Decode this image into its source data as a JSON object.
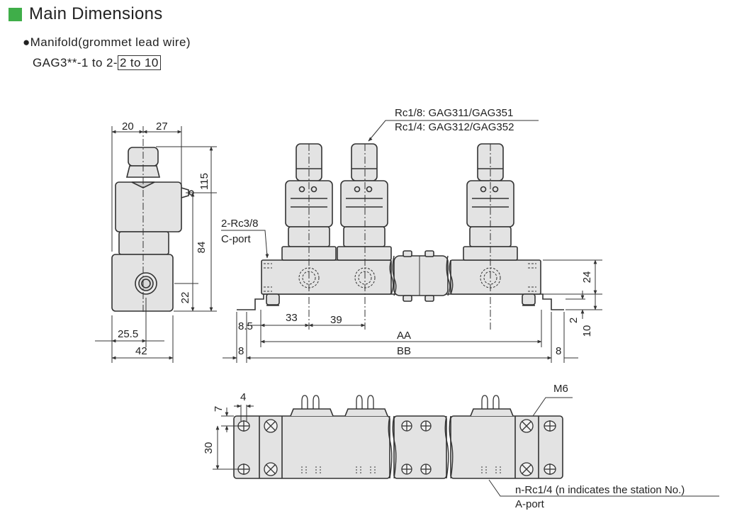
{
  "header": {
    "title": "Main Dimensions",
    "accent_color": "#3fae49"
  },
  "subtitle": {
    "bullet": "●",
    "text": "Manifold(grommet lead wire)"
  },
  "model": {
    "prefix": "GAG3**-1 to 2-",
    "boxed": "2 to 10"
  },
  "side_view": {
    "dim_20": "20",
    "dim_27": "27",
    "dim_115": "115",
    "dim_84": "84",
    "dim_22": "22",
    "dim_25_5": "25.5",
    "dim_42": "42"
  },
  "front_view": {
    "port_note_1": "Rc1/8: GAG311/GAG351",
    "port_note_2": "Rc1/4: GAG312/GAG352",
    "c_port_1": "2-Rc3/8",
    "c_port_2": "C-port",
    "dim_33": "33",
    "dim_39": "39",
    "dim_8_5": "8.5",
    "dim_aa": "AA",
    "dim_bb": "BB",
    "dim_8_left": "8",
    "dim_8_right": "8",
    "dim_24": "24",
    "dim_2": "2",
    "dim_10": "10"
  },
  "top_view": {
    "dim_7": "7",
    "dim_4": "4",
    "dim_30": "30",
    "m6": "M6",
    "a_port_1": "n-Rc1/4 (n indicates the station No.)",
    "a_port_2": "A-port"
  },
  "colors": {
    "body_fill": "#e3e3e3",
    "line": "#333333"
  }
}
